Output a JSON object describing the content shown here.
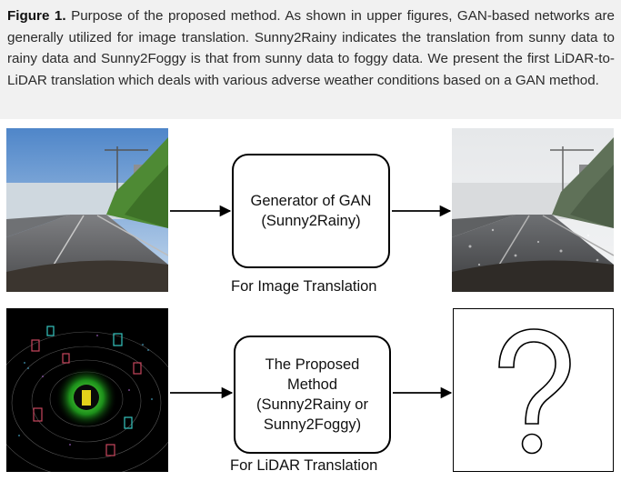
{
  "caption": {
    "label": "Figure 1.",
    "text": "Purpose of the proposed method. As shown in upper figures, GAN-based networks are generally utilized for image translation. Sunny2Rainy indicates the translation from sunny data to rainy data and Sunny2Foggy is that from sunny data to foggy data. We present the first LiDAR-to-LiDAR translation which deals with various adverse weather conditions based on a GAN method."
  },
  "top_row": {
    "box_line1": "Generator of GAN",
    "box_line2": "(Sunny2Rainy)",
    "label": "For Image Translation"
  },
  "bottom_row": {
    "box_line1": "The Proposed",
    "box_line2": "Method",
    "box_line3": "(Sunny2Rainy or",
    "box_line4": "Sunny2Foggy)",
    "label": "For LiDAR Translation"
  },
  "icons": {
    "output_placeholder": "question-mark-icon"
  }
}
